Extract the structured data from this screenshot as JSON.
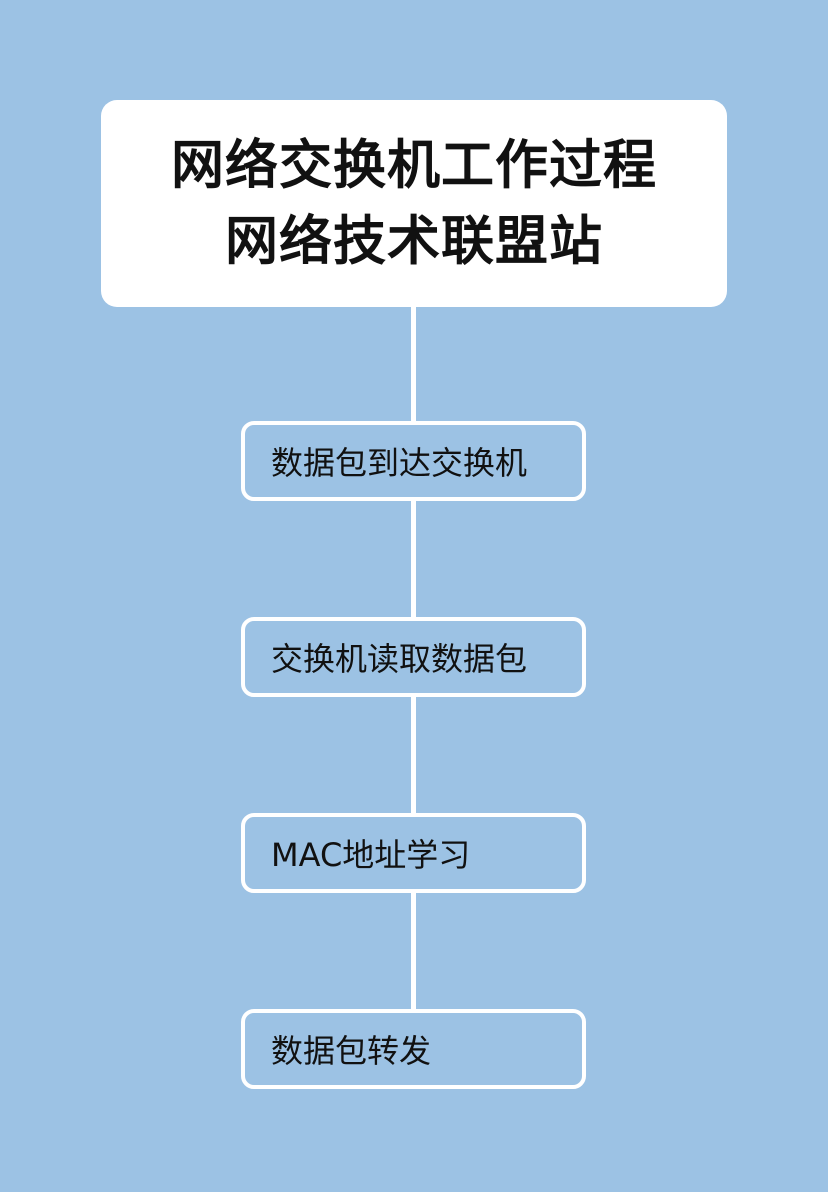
{
  "title": {
    "line1": "网络交换机工作过程",
    "line2": "网络技术联盟站"
  },
  "steps": [
    {
      "label": "数据包到达交换机"
    },
    {
      "label": "交换机读取数据包"
    },
    {
      "label": "MAC地址学习"
    },
    {
      "label": "数据包转发"
    }
  ],
  "colors": {
    "background": "#9cc2e4",
    "box": "#ffffff",
    "text": "#111111",
    "connector": "#ffffff"
  }
}
